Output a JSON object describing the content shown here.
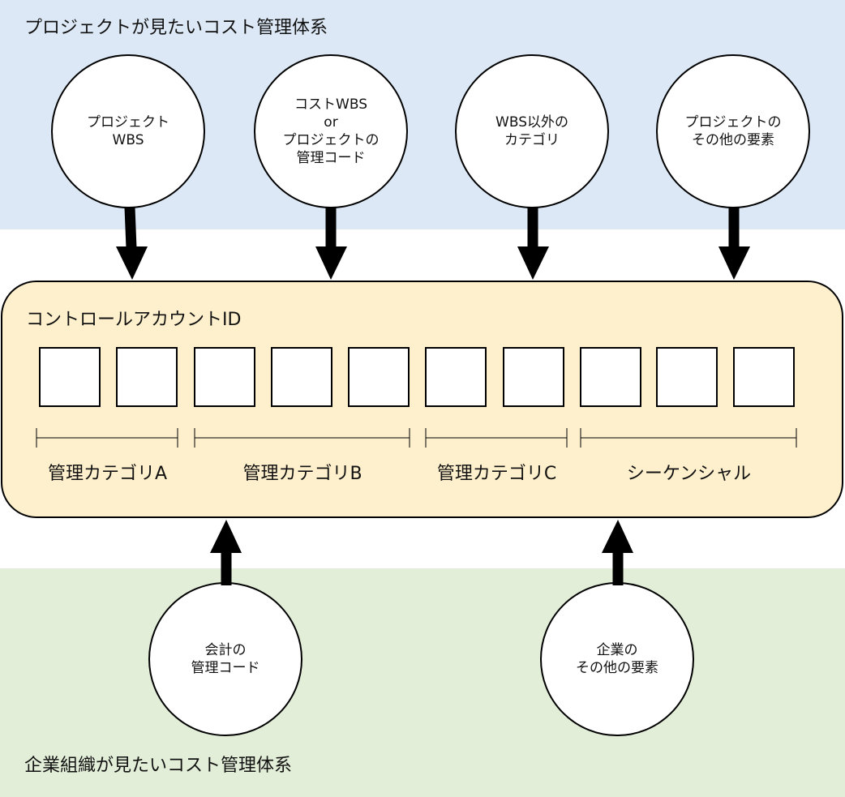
{
  "top_band": {
    "title": "プロジェクトが見たいコスト管理体系"
  },
  "bottom_band": {
    "title": "企業組織が見たいコスト管理体系"
  },
  "project_circles": [
    {
      "lines": [
        "プロジェクト",
        "WBS"
      ]
    },
    {
      "lines": [
        "コストWBS",
        "or",
        "プロジェクトの",
        "管理コード"
      ]
    },
    {
      "lines": [
        "WBS以外の",
        "カテゴリ"
      ]
    },
    {
      "lines": [
        "プロジェクトの",
        "その他の要素"
      ]
    }
  ],
  "control_account": {
    "title": "コントロールアカウントID",
    "categories": [
      {
        "label": "管理カテゴリA"
      },
      {
        "label": "管理カテゴリB"
      },
      {
        "label": "管理カテゴリC"
      },
      {
        "label": "シーケンシャル"
      }
    ]
  },
  "enterprise_circles": [
    {
      "lines": [
        "会計の",
        "管理コード"
      ]
    },
    {
      "lines": [
        "企業の",
        "その他の要素"
      ]
    }
  ],
  "colors": {
    "top_band": "#dce8f5",
    "bottom_band": "#e2eed8",
    "control_box": "#fef0cc"
  }
}
